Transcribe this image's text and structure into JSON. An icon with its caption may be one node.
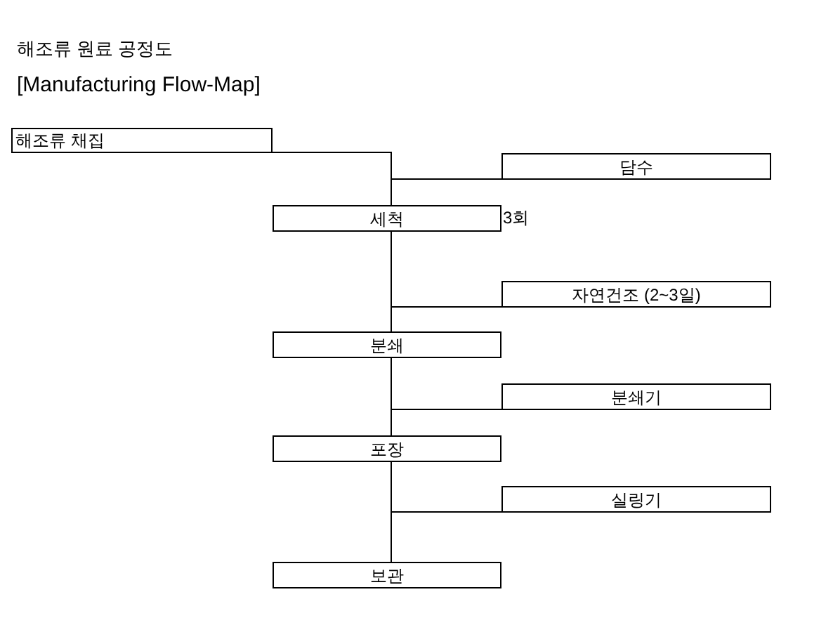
{
  "diagram": {
    "title": "해조류 원료 공정도",
    "labels": [
      "[Manufacturing Flow-Map]"
    ],
    "nodes": [
      {
        "text": [
          "해조류 채집"
        ]
      },
      {
        "text": [
          "담수"
        ]
      },
      {
        "text": [
          "세척"
        ],
        "beside": [
          "3회"
        ]
      },
      {
        "text": [
          "자연건조 (2~3일)"
        ]
      },
      {
        "text": [
          "분쇄"
        ]
      },
      {
        "text": [
          "분쇄기"
        ]
      },
      {
        "text": [
          "포장"
        ]
      },
      {
        "text": [
          "실링기"
        ]
      },
      {
        "text": [
          "보관"
        ]
      }
    ],
    "edges": [
      {
        "from": 0,
        "to": 2,
        "arrow": "none"
      },
      {
        "from": 1,
        "to": 2,
        "arrow": "none"
      },
      {
        "from": 2,
        "to": 4,
        "arrow": "none"
      },
      {
        "from": 3,
        "to": 4,
        "arrow": "none"
      },
      {
        "from": 4,
        "to": 6,
        "arrow": "none"
      },
      {
        "from": 5,
        "to": 6,
        "arrow": "none"
      },
      {
        "from": 6,
        "to": 8,
        "arrow": "none"
      },
      {
        "from": 7,
        "to": 8,
        "arrow": "none"
      }
    ]
  }
}
